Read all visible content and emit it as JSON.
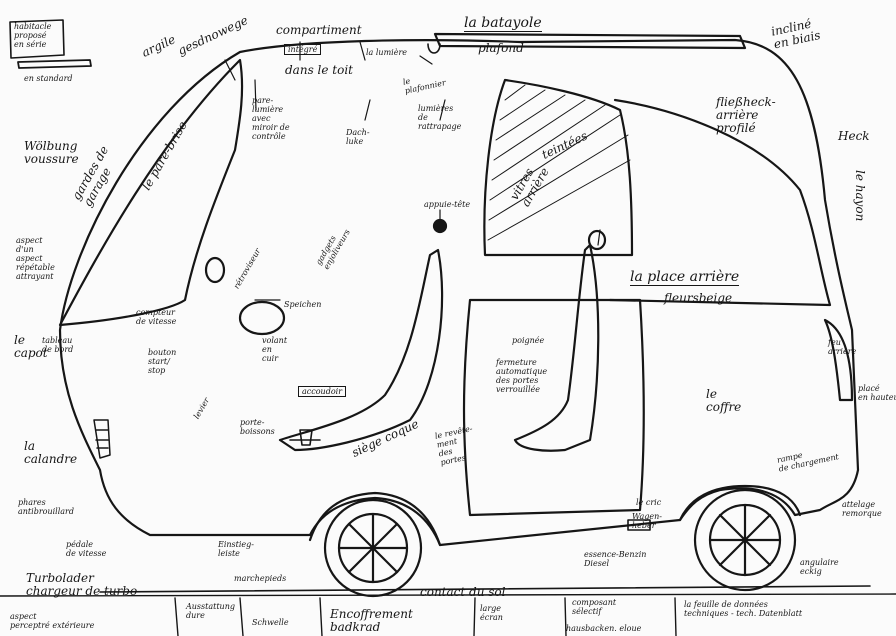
{
  "labels": {
    "habitacle": "habitacle\nproposé\nen série",
    "standard": "en standard",
    "argile": "argile",
    "gesdnowege": "gesdnowege",
    "compartiment": "compartiment",
    "integre": "intégré",
    "dans_le_toit": "dans le toit",
    "lumiere": "la lumière",
    "la_batayole": "la batayole",
    "plafond": "plafond",
    "le_plafonnier": "le\nplafonnier",
    "incline": "incliné\nen biais",
    "lumieres_rattrapage": "lumières\nde\nrattrapage",
    "dach_luke": "Dach-\nluke",
    "pare_lumiere": "pare-\nlumière\navec\nmiroir de\ncontrôle",
    "fliessheck": "fließheck-\narrière\nprofilé",
    "heck": "Heck",
    "le_hayon": "le hayon",
    "wolbung": "Wölbung\nvoussure",
    "gardes_de_garage": "gardes de\ngarage",
    "le_pare_brise": "le pare-brise",
    "vitres_arriere": "vitres\narrière",
    "teintees": "teintées",
    "aspect": "aspect\nd'un\naspect\nrépétable\nattrayant",
    "le_capot": "le\ncapot",
    "tableau_bord": "tableau\nde bord",
    "compteur": "compteur\nde vitesse",
    "bouton": "bouton\nstart/\nstop",
    "gadgets": "gadgets\nenjoliveurs",
    "retroviseur": "rétroviseur",
    "appuie_tete": "appuie-tête",
    "la_place_arriere": "la place arrière",
    "fleursbeige": "fleursbeige",
    "speichen": "Speichen",
    "volant": "volant\nen\ncuir",
    "poignee": "poignée",
    "fermeture": "fermeture\nautomatique\ndes portes\nverrouillée",
    "feu_arriere": "feu\narrière",
    "place_en_hauteur": "placé\nen hauteur",
    "accoudoir": "accoudoir",
    "levier": "levier",
    "siege_coque": "siège coque",
    "le_revetement": "le revête-\nment\ndes\nportes",
    "le_coffre": "le\ncoffre",
    "porte_boissons": "porte-\nboissons",
    "la_calandre": "la\ncalandre",
    "rampe": "rampe\nde chargement",
    "attelage": "attelage\nremorque",
    "phares": "phares\nantibrouillard",
    "le_cric": "le cric",
    "wagenheber": "Wagen-\nheber",
    "pedale": "pédale\nde vitesse",
    "einstieg": "Einstieg-\nleiste",
    "marchepieds": "marchepieds",
    "essence": "essence-Benzin\nDiesel",
    "angulaire": "angulaire\neckig",
    "turbolader": "Turbolader\nchargeur de turbo",
    "contact_du_sol": "contact du sol",
    "aspect_exterieur": "aspect\nperceptré extérieure",
    "ausstattung": "Ausstattung\ndure",
    "schwelle": "Schwelle",
    "encoffrement": "Encoffrement\nbadkrad",
    "large_ecran": "large\nécran",
    "composant": "composant\nsélectif",
    "hausbacken": "hausbacken. eloue",
    "la_feuille": "la feuille de données\ntechniques - tech. Datenblatt"
  },
  "palette": {
    "ink": "#161616",
    "paper": "#fbfbfb"
  }
}
